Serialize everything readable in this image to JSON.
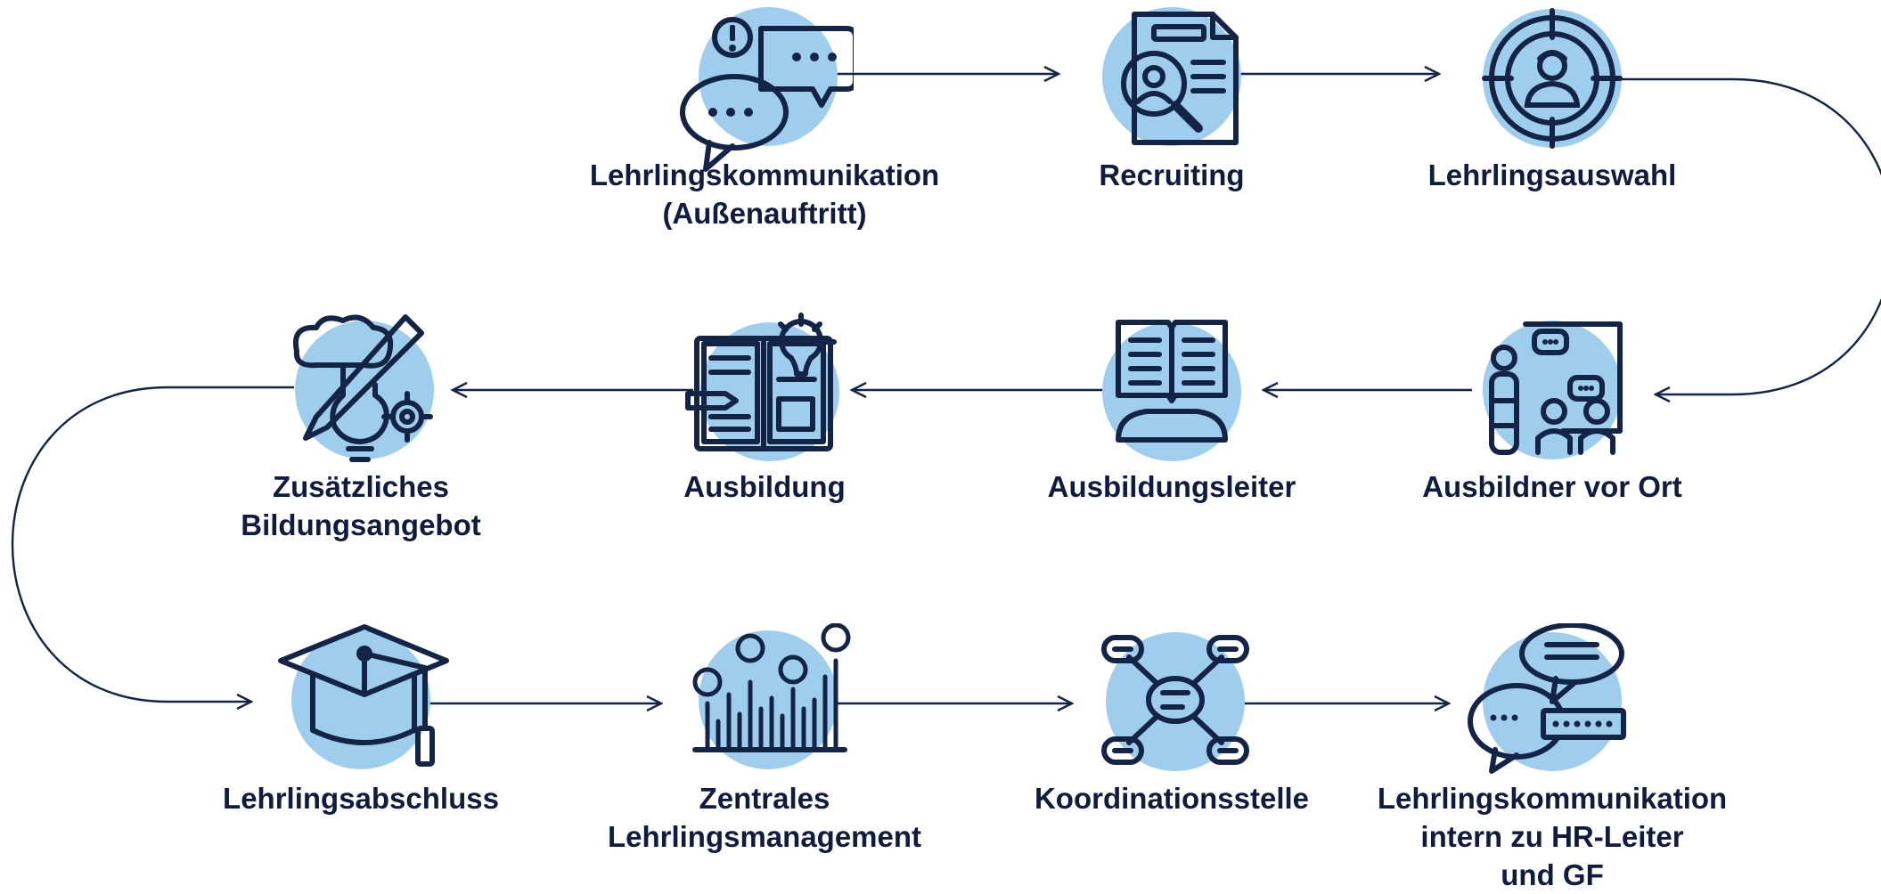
{
  "colors": {
    "circle": "#9fcdee",
    "line": "#142446",
    "text": "#0f1b3f",
    "background": "#ffffff"
  },
  "nodes": [
    {
      "id": "kommunikation-aussen",
      "icon": "speech-bubbles-icon",
      "lines": [
        "Lehrlingskommunikation",
        "(Außenauftritt)"
      ]
    },
    {
      "id": "recruiting",
      "icon": "document-search-icon",
      "lines": [
        "Recruiting"
      ]
    },
    {
      "id": "lehrlingsauswahl",
      "icon": "target-person-icon",
      "lines": [
        "Lehrlingsauswahl"
      ]
    },
    {
      "id": "ausbildner-vor-ort",
      "icon": "presentation-group-icon",
      "lines": [
        "Ausbildner vor Ort"
      ]
    },
    {
      "id": "ausbildungsleiter",
      "icon": "book-reader-icon",
      "lines": [
        "Ausbildungsleiter"
      ]
    },
    {
      "id": "ausbildung",
      "icon": "notebook-idea-icon",
      "lines": [
        "Ausbildung"
      ]
    },
    {
      "id": "bildungsangebot",
      "icon": "creative-bulb-icon",
      "lines": [
        "Zusätzliches",
        "Bildungsangebot"
      ]
    },
    {
      "id": "lehrlingsabschluss",
      "icon": "graduation-cap-icon",
      "lines": [
        "Lehrlingsabschluss"
      ]
    },
    {
      "id": "lehrlingsmanagement",
      "icon": "people-chart-icon",
      "lines": [
        "Zentrales",
        "Lehrlingsmanagement"
      ]
    },
    {
      "id": "koordinationsstelle",
      "icon": "network-hub-icon",
      "lines": [
        "Koordinationsstelle"
      ]
    },
    {
      "id": "kommunikation-intern",
      "icon": "chat-messages-icon",
      "lines": [
        "Lehrlingskommunikation",
        "intern zu HR-Leiter",
        "und GF"
      ]
    }
  ]
}
